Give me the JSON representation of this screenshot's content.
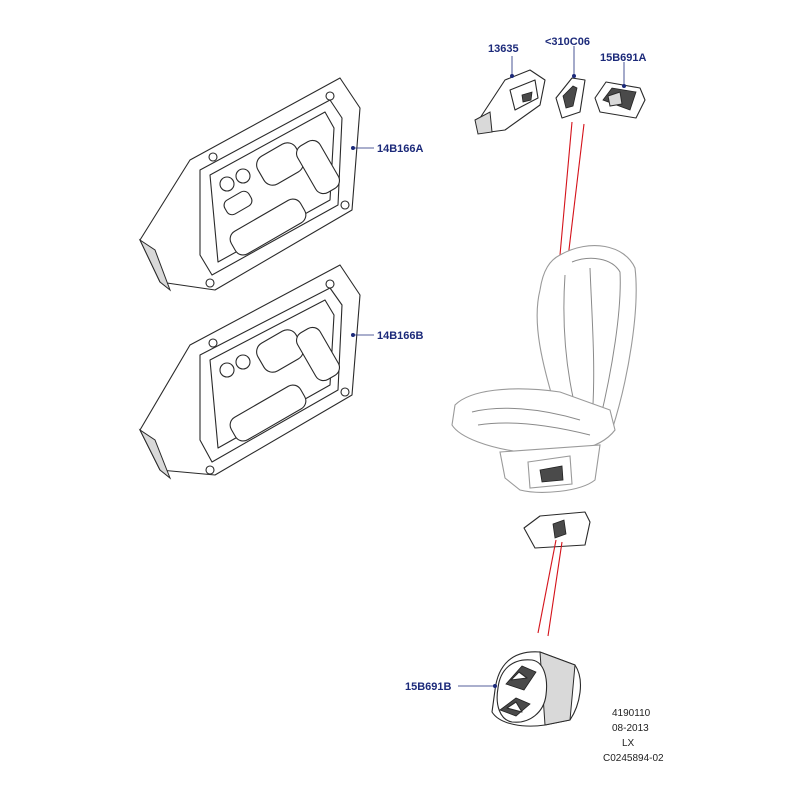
{
  "callouts": {
    "p13635": "13635",
    "p310C06": "<310C06",
    "p15B691A": "15B691A",
    "p14B166A": "14B166A",
    "p14B166B": "14B166B",
    "p15B691B": "15B691B"
  },
  "footer": {
    "line1": "4190110",
    "line2": "08-2013",
    "line3": "LX",
    "line4": "C0245894-02"
  },
  "colors": {
    "callout_text": "#1c2a7a",
    "reference_lines": "#d4121a"
  }
}
